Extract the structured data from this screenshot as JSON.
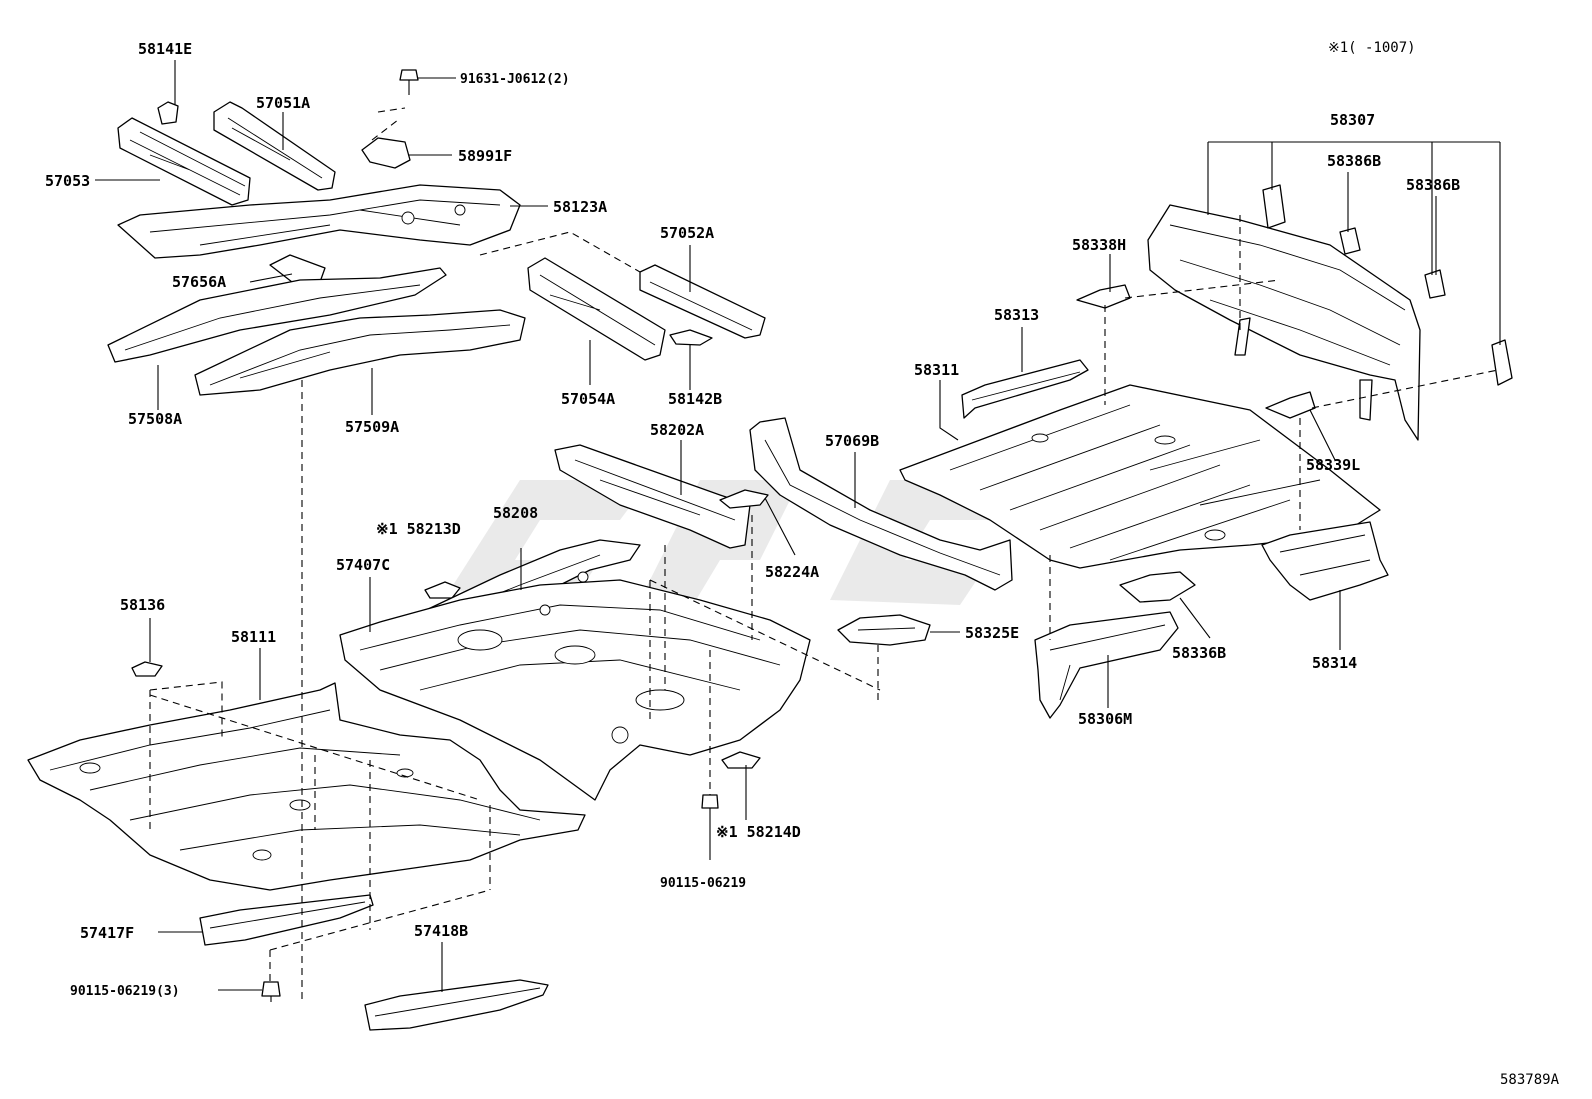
{
  "header": {
    "note": "※1(    -1007)"
  },
  "footer": {
    "code": "583789A"
  },
  "labels": {
    "p58141E": "58141E",
    "p57051A": "57051A",
    "p91631": "91631-J0612(2)",
    "p58991F": "58991F",
    "p57053": "57053",
    "p58123A": "58123A",
    "p57052A": "57052A",
    "p57656A": "57656A",
    "p57508A": "57508A",
    "p57509A": "57509A",
    "p57054A": "57054A",
    "p58142B": "58142B",
    "p58307": "58307",
    "p58386B_1": "58386B",
    "p58386B_2": "58386B",
    "p58338H": "58338H",
    "p58313": "58313",
    "p58311": "58311",
    "p57069B": "57069B",
    "p58339L": "58339L",
    "p58202A": "58202A",
    "p58213D": "※1 58213D",
    "p58208": "58208",
    "p58224A": "58224A",
    "p57407C": "57407C",
    "p58136": "58136",
    "p58111": "58111",
    "p58325E": "58325E",
    "p58336B": "58336B",
    "p58314": "58314",
    "p58306M": "58306M",
    "p58214D": "※1 58214D",
    "p90115": "90115-06219",
    "p57417F": "57417F",
    "p57418B": "57418B",
    "p90115_3": "90115-06219(3)"
  }
}
